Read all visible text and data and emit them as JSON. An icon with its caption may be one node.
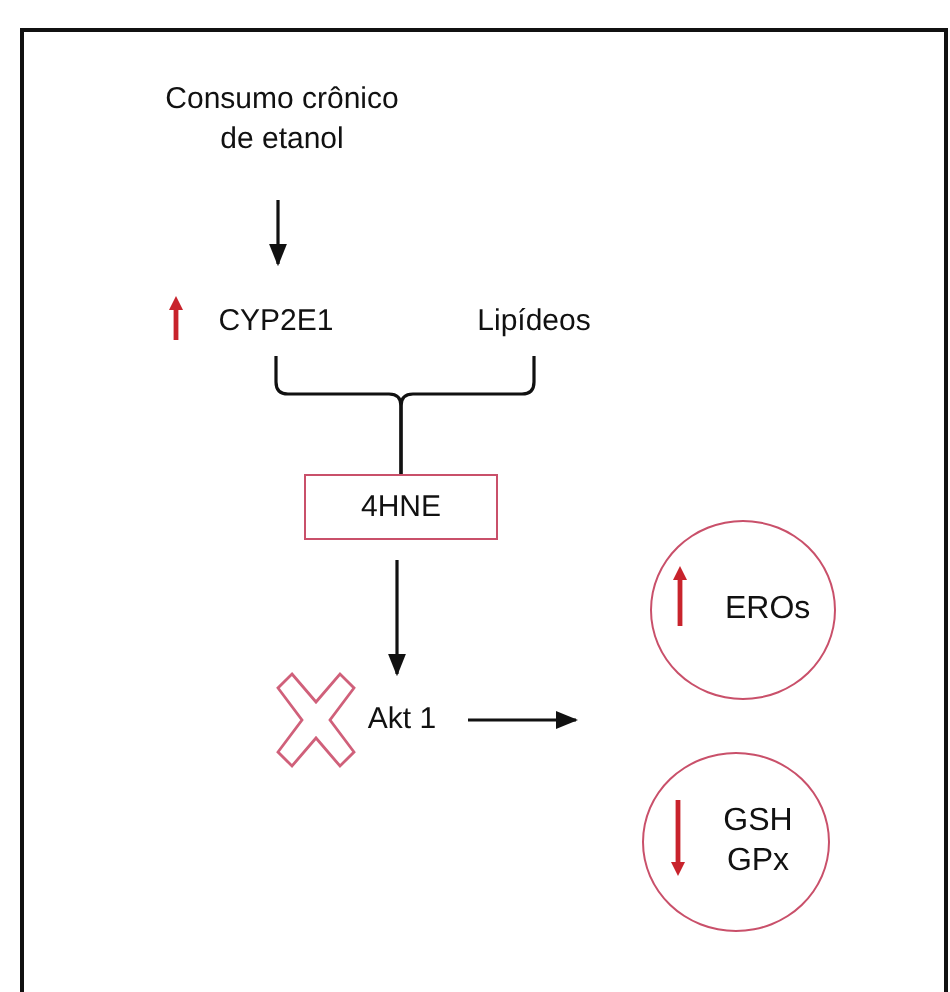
{
  "diagram": {
    "nodes": [
      {
        "text": [
          "Consumo crônico de etanol"
        ]
      },
      {
        "text": [
          "CYP2E1"
        ]
      },
      {
        "text": [
          "Lipídeos"
        ]
      },
      {
        "text": [
          "4HNE"
        ]
      },
      {
        "text": [
          "Akt 1"
        ]
      },
      {
        "text": [
          "EROs"
        ]
      },
      {
        "text": [
          "GSH GPx"
        ]
      }
    ],
    "edges": [
      {
        "from": 0,
        "to": 1,
        "arrow": "to"
      },
      {
        "from": 1,
        "to": 3,
        "arrow": "none"
      },
      {
        "from": 2,
        "to": 3,
        "arrow": "none"
      },
      {
        "from": 3,
        "to": 4,
        "arrow": "to"
      },
      {
        "from": 4,
        "to": null,
        "arrow": "to"
      }
    ]
  }
}
